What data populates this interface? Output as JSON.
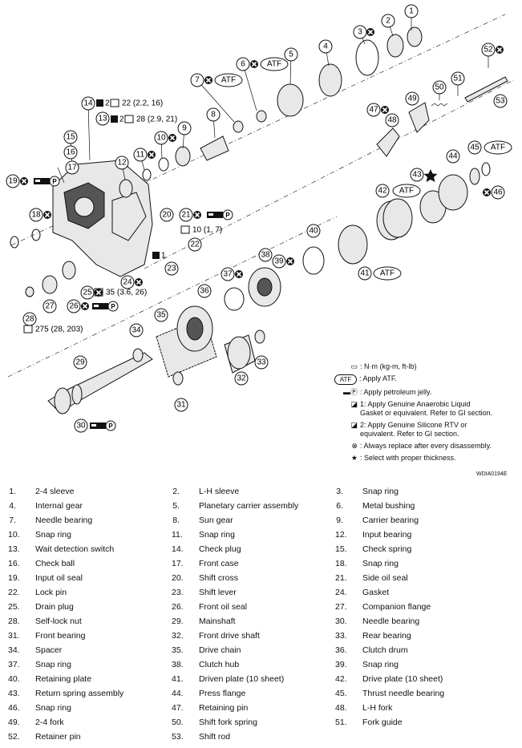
{
  "callouts": [
    {
      "n": "1"
    },
    {
      "n": "2"
    },
    {
      "n": "3"
    },
    {
      "n": "4"
    },
    {
      "n": "5"
    },
    {
      "n": "6"
    },
    {
      "n": "7"
    },
    {
      "n": "8"
    },
    {
      "n": "9"
    },
    {
      "n": "10"
    },
    {
      "n": "11"
    },
    {
      "n": "12"
    },
    {
      "n": "13"
    },
    {
      "n": "14"
    },
    {
      "n": "15"
    },
    {
      "n": "16"
    },
    {
      "n": "17"
    },
    {
      "n": "18"
    },
    {
      "n": "19"
    },
    {
      "n": "20"
    },
    {
      "n": "21"
    },
    {
      "n": "22"
    },
    {
      "n": "23"
    },
    {
      "n": "24"
    },
    {
      "n": "25"
    },
    {
      "n": "26"
    },
    {
      "n": "27"
    },
    {
      "n": "28"
    },
    {
      "n": "29"
    },
    {
      "n": "30"
    },
    {
      "n": "31"
    },
    {
      "n": "32"
    },
    {
      "n": "33"
    },
    {
      "n": "34"
    },
    {
      "n": "35"
    },
    {
      "n": "36"
    },
    {
      "n": "37"
    },
    {
      "n": "38"
    },
    {
      "n": "39"
    },
    {
      "n": "40"
    },
    {
      "n": "41"
    },
    {
      "n": "42"
    },
    {
      "n": "43"
    },
    {
      "n": "44"
    },
    {
      "n": "45"
    },
    {
      "n": "46"
    },
    {
      "n": "47"
    },
    {
      "n": "48"
    },
    {
      "n": "49"
    },
    {
      "n": "50"
    },
    {
      "n": "51"
    },
    {
      "n": "52"
    },
    {
      "n": "53"
    }
  ],
  "atf_label": "ATF",
  "sealant_tags": {
    "s1": "1",
    "s2": "2"
  },
  "torque": {
    "t14": "22 (2.2, 16)",
    "t13": "28 (2.9, 21)",
    "t10": "10 (1, 7)",
    "t25": "35 (3.6, 26)",
    "t28": "275 (28, 203)"
  },
  "legend": {
    "torque": ": N·m (kg-m, ft-lb)",
    "atf": ": Apply ATF.",
    "petroleum": ": Apply petroleum jelly.",
    "sealant1": "1: Apply Genuine Anaerobic Liquid\nGasket or equivalent. Refer to GI section.",
    "sealant2": "2: Apply Genuine Silicone RTV or\nequivalent. Refer to GI section.",
    "replace": ": Always replace after every disassembly.",
    "star": ": Select with proper thickness."
  },
  "ref_code": "WDIA0194E",
  "parts": [
    {
      "num": "1.",
      "name": "2-4 sleeve"
    },
    {
      "num": "2.",
      "name": "L-H sleeve"
    },
    {
      "num": "3.",
      "name": "Snap ring"
    },
    {
      "num": "4.",
      "name": "Internal gear"
    },
    {
      "num": "5.",
      "name": "Planetary carrier assembly"
    },
    {
      "num": "6.",
      "name": "Metal bushing"
    },
    {
      "num": "7.",
      "name": "Needle bearing"
    },
    {
      "num": "8.",
      "name": "Sun gear"
    },
    {
      "num": "9.",
      "name": "Carrier bearing"
    },
    {
      "num": "10.",
      "name": "Snap ring"
    },
    {
      "num": "11.",
      "name": "Snap ring"
    },
    {
      "num": "12.",
      "name": "Input bearing"
    },
    {
      "num": "13.",
      "name": "Wait detection switch"
    },
    {
      "num": "14.",
      "name": "Check plug"
    },
    {
      "num": "15.",
      "name": "Check spring"
    },
    {
      "num": "16.",
      "name": "Check ball"
    },
    {
      "num": "17.",
      "name": "Front case"
    },
    {
      "num": "18.",
      "name": "Snap ring"
    },
    {
      "num": "19.",
      "name": "Input oil seal"
    },
    {
      "num": "20.",
      "name": "Shift cross"
    },
    {
      "num": "21.",
      "name": "Side oil seal"
    },
    {
      "num": "22.",
      "name": "Lock pin"
    },
    {
      "num": "23.",
      "name": "Shift lever"
    },
    {
      "num": "24.",
      "name": "Gasket"
    },
    {
      "num": "25.",
      "name": "Drain plug"
    },
    {
      "num": "26.",
      "name": "Front oil seal"
    },
    {
      "num": "27.",
      "name": "Companion flange"
    },
    {
      "num": "28.",
      "name": "Self-lock nut"
    },
    {
      "num": "29.",
      "name": "Mainshaft"
    },
    {
      "num": "30.",
      "name": "Needle bearing"
    },
    {
      "num": "31.",
      "name": "Front bearing"
    },
    {
      "num": "32.",
      "name": "Front drive shaft"
    },
    {
      "num": "33.",
      "name": "Rear bearing"
    },
    {
      "num": "34.",
      "name": "Spacer"
    },
    {
      "num": "35.",
      "name": "Drive chain"
    },
    {
      "num": "36.",
      "name": "Clutch drum"
    },
    {
      "num": "37.",
      "name": "Snap ring"
    },
    {
      "num": "38.",
      "name": "Clutch hub"
    },
    {
      "num": "39.",
      "name": "Snap ring"
    },
    {
      "num": "40.",
      "name": "Retaining plate"
    },
    {
      "num": "41.",
      "name": "Driven plate (10 sheet)"
    },
    {
      "num": "42.",
      "name": "Drive plate (10 sheet)"
    },
    {
      "num": "43.",
      "name": "Return spring assembly"
    },
    {
      "num": "44.",
      "name": "Press flange"
    },
    {
      "num": "45.",
      "name": "Thrust needle bearing"
    },
    {
      "num": "46.",
      "name": "Snap ring"
    },
    {
      "num": "47.",
      "name": "Retaining pin"
    },
    {
      "num": "48.",
      "name": "L-H fork"
    },
    {
      "num": "49.",
      "name": "2-4 fork"
    },
    {
      "num": "50.",
      "name": "Shift fork spring"
    },
    {
      "num": "51.",
      "name": "Fork guide"
    },
    {
      "num": "52.",
      "name": "Retainer pin"
    },
    {
      "num": "53.",
      "name": "Shift rod"
    }
  ]
}
